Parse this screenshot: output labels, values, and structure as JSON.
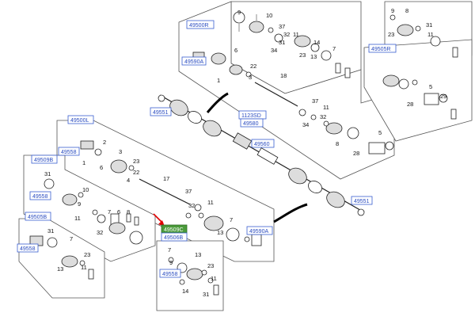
{
  "colors": {
    "callout_border": "#3a5fd0",
    "callout_text": "#2a4cc0",
    "highlight_fill": "#4a9a3a",
    "pointer_arrow": "#e00000"
  },
  "callouts": {
    "c49500R": "49500R",
    "c49590A_top": "49590A",
    "c49505R": "49505R",
    "c49551_left": "49551",
    "c1123SD": "1123SD",
    "c49580": "49580",
    "c49560": "49560",
    "c49500L": "49500L",
    "c49558_a": "49558",
    "c49509B": "49509B",
    "c49558_b": "49558",
    "c49505B": "49505B",
    "c49558_c": "49558",
    "c49551_right": "49551",
    "c49590A_bot": "49590A",
    "c49506B": "49506B",
    "c49558_d": "49558",
    "c49509_hl": "49509C"
  },
  "numbers": {
    "n_tr_9": "9",
    "n_tr_10": "10",
    "n_tr_31": "31",
    "n_tr_37": "37",
    "n_tr_32": "32",
    "n_tr_34": "34",
    "n_tr_11": "11",
    "n_tr_23": "23",
    "n_tr_14": "14",
    "n_tr_13": "13",
    "n_tr_7": "7",
    "n_rr_9": "9",
    "n_rr_8": "8",
    "n_rr_23": "23",
    "n_rr_31": "31",
    "n_rr_5": "5",
    "n_rr_28": "28",
    "n_rr_29": "29",
    "n_rr_11": "11",
    "n_rm_1": "1",
    "n_rm_6": "6",
    "n_rm_22": "22",
    "n_rm_3": "3",
    "n_rm_18": "18",
    "n_rm_37": "37",
    "n_rm_34": "34",
    "n_rm_32": "32",
    "n_rm_11": "11",
    "n_rm_8": "8",
    "n_rm_28": "28",
    "n_rm_5": "5",
    "n_ll_2": "2",
    "n_ll_3": "3",
    "n_ll_1": "1",
    "n_ll_6": "6",
    "n_ll_23": "23",
    "n_ll_37": "37",
    "n_ll_17": "17",
    "n_ll_11": "11",
    "n_ll_32": "32",
    "n_ll_7": "7",
    "n_ll_13": "13",
    "n_ll_22": "22",
    "n_ll_4": "4",
    "n_lb_31": "31",
    "n_lb_9": "9",
    "n_lb_10": "10",
    "n_lb_11": "11",
    "n_lb_32": "32",
    "n_lb_7": "7",
    "n_lb_6": "6",
    "n_lb_8": "8",
    "n_bl_31": "31",
    "n_bl_7": "7",
    "n_bl_13": "13",
    "n_bl_23": "23",
    "n_bl_11": "11",
    "n_bc_7": "7",
    "n_bc_9": "9",
    "n_bc_13": "13",
    "n_bc_14": "14",
    "n_bc_23": "23",
    "n_bc_11": "11",
    "n_bc_31": "31"
  }
}
